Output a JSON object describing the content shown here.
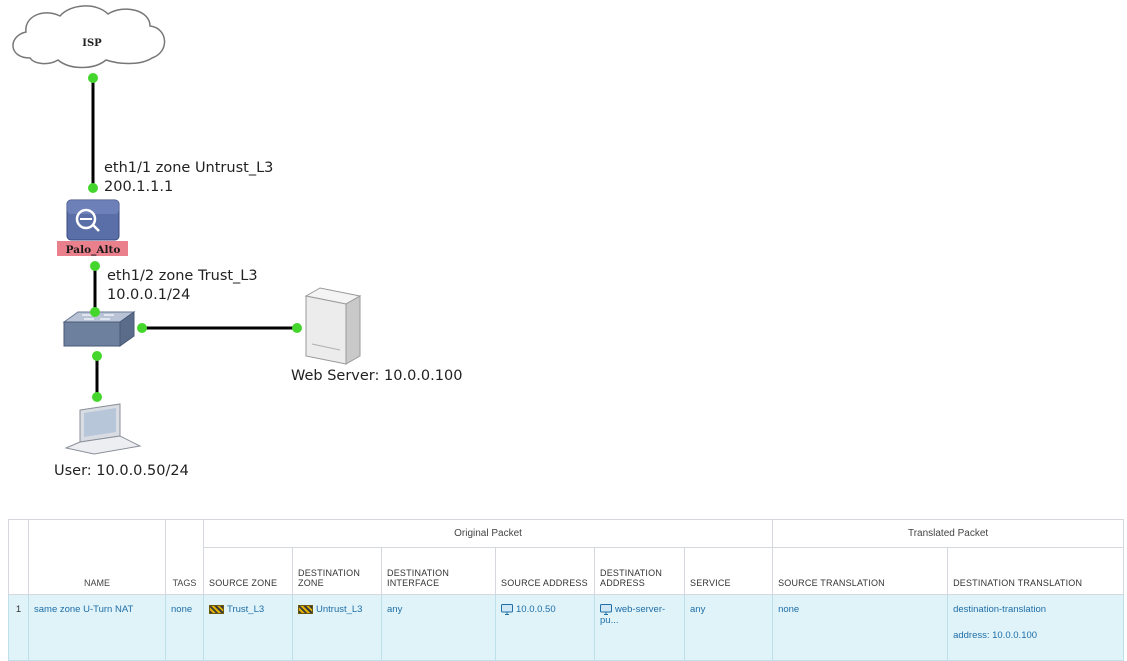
{
  "diagram": {
    "cloud_label": "ISP",
    "firewall_label": "Palo_Alto",
    "untrust_if_line1": "eth1/1 zone Untrust_L3",
    "untrust_if_line2": "200.1.1.1",
    "trust_if_line1": "eth1/2 zone Trust_L3",
    "trust_if_line2": "10.0.0.1/24",
    "web_server_label": "Web Server: 10.0.0.100",
    "user_label": "User: 10.0.0.50/24",
    "colors": {
      "link": "#000000",
      "port": "#44d62c",
      "firewall": "#5a6ea8",
      "firewall_label_bg": "#e66a78"
    }
  },
  "table": {
    "group_original": "Original Packet",
    "group_translated": "Translated Packet",
    "headers": {
      "name": "NAME",
      "tags": "TAGS",
      "source_zone": "SOURCE ZONE",
      "destination_zone": "DESTINATION ZONE",
      "destination_interface": "DESTINATION INTERFACE",
      "source_address": "SOURCE ADDRESS",
      "destination_address": "DESTINATION ADDRESS",
      "service": "SERVICE",
      "source_translation": "SOURCE TRANSLATION",
      "destination_translation": "DESTINATION TRANSLATION"
    },
    "rows": [
      {
        "num": "1",
        "name": "same zone U-Turn NAT",
        "tags": "none",
        "source_zone": "Trust_L3",
        "destination_zone": "Untrust_L3",
        "destination_interface": "any",
        "source_address": "10.0.0.50",
        "destination_address": "web-server-pu...",
        "service": "any",
        "source_translation": "none",
        "destination_translation": "destination-translation",
        "destination_translation_address": "address: 10.0.0.100"
      }
    ],
    "colors": {
      "row_bg": "#dff3f8",
      "link_text": "#1f6ea8"
    }
  }
}
